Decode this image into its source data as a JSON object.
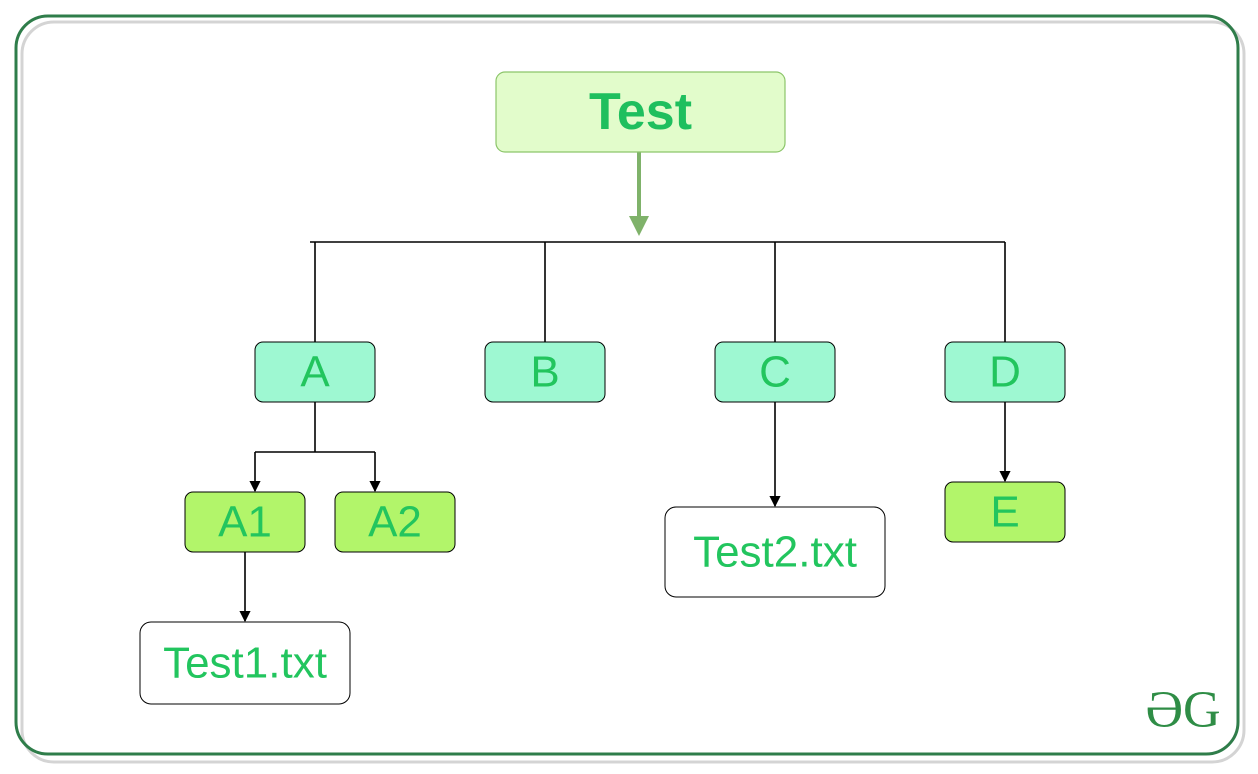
{
  "diagram": {
    "root": {
      "id": "test",
      "label": "Test"
    },
    "nodes": [
      {
        "id": "a",
        "label": "A"
      },
      {
        "id": "b",
        "label": "B"
      },
      {
        "id": "c",
        "label": "C"
      },
      {
        "id": "d",
        "label": "D"
      },
      {
        "id": "a1",
        "label": "A1"
      },
      {
        "id": "a2",
        "label": "A2"
      },
      {
        "id": "e",
        "label": "E"
      },
      {
        "id": "test1",
        "label": "Test1.txt"
      },
      {
        "id": "test2",
        "label": "Test2.txt"
      }
    ],
    "edges": [
      {
        "from": "test",
        "to": "a"
      },
      {
        "from": "test",
        "to": "b"
      },
      {
        "from": "test",
        "to": "c"
      },
      {
        "from": "test",
        "to": "d"
      },
      {
        "from": "a",
        "to": "a1"
      },
      {
        "from": "a",
        "to": "a2"
      },
      {
        "from": "a1",
        "to": "test1"
      },
      {
        "from": "c",
        "to": "test2"
      },
      {
        "from": "d",
        "to": "e"
      }
    ]
  },
  "logo": {
    "text": "ƏG"
  },
  "colors": {
    "frame": "#2f7d4a",
    "root_fill": "#e2fccb",
    "root_stroke": "#8cc56a",
    "root_arrow": "#7fb26a",
    "level1_fill": "#9ef8d2",
    "level2_fill": "#b2f56a",
    "file_fill": "#ffffff",
    "label": "#22c55e"
  }
}
